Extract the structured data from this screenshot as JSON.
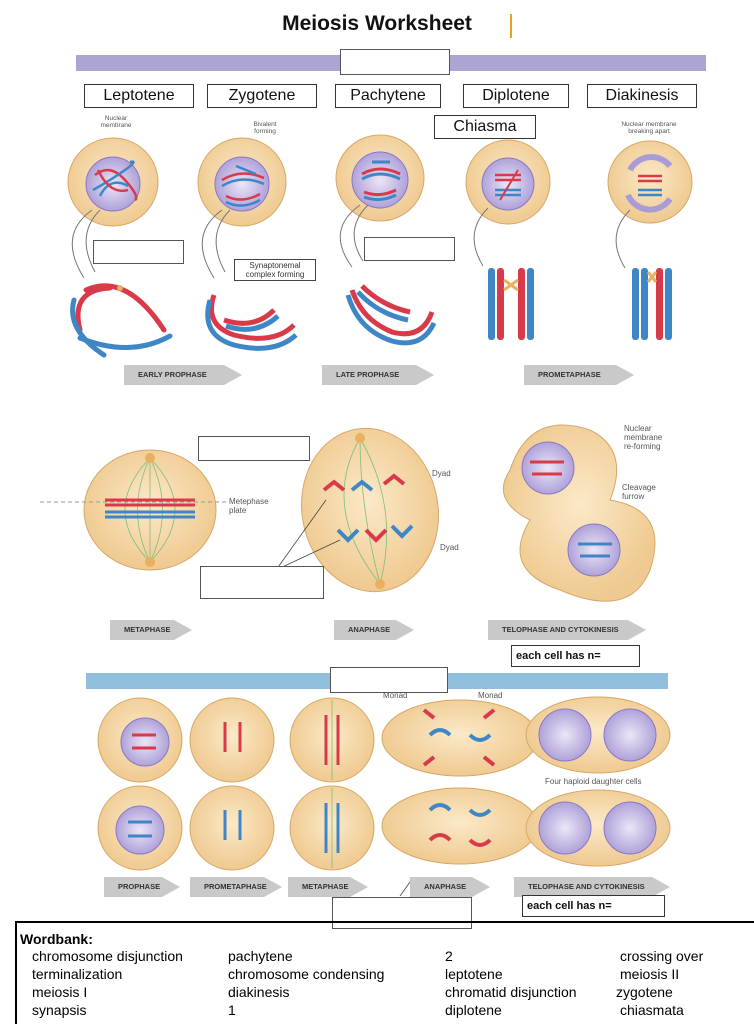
{
  "title": "Meiosis Worksheet",
  "colors": {
    "meiosis1_band": "#a9a6d4",
    "meiosis2_band": "#8fbfdc",
    "cell_fill": "#f6d9a8",
    "nucleus_fill": "#cbbbe6",
    "chromosome_red": "#d93a4a",
    "chromosome_blue": "#3f86c7"
  },
  "stage_labels": [
    "Leptotene",
    "Zygotene",
    "Pachytene",
    "Diplotene",
    "Diakinesis"
  ],
  "chiasma_label": "Chiasma",
  "annotations": {
    "nuclear_membrane": "Nuclear membrane",
    "bivalent_forming": "Bivalent forming",
    "nuclear_membrane_breaking": "Nuclear membrane breaking apart",
    "synaptonemal": "Synaptonemal complex forming",
    "metaphase_plate": "Metephase plate",
    "dyad_top": "Dyad",
    "dyad_bottom": "Dyad",
    "nuclear_reforming": "Nuclear membrane re-forming",
    "cleavage_furrow": "Cleavage furrow",
    "monad_left": "Monad",
    "monad_right": "Monad",
    "haploid_cells": "Four haploid daughter cells"
  },
  "phase_arrows_row1": [
    "EARLY PROPHASE",
    "LATE PROPHASE",
    "PROMETAPHASE"
  ],
  "phase_arrows_row2": [
    "METAPHASE",
    "ANAPHASE",
    "TELOPHASE AND CYTOKINESIS"
  ],
  "phase_arrows_row3": [
    "PROPHASE",
    "PROMETAPHASE",
    "METAPHASE",
    "ANAPHASE",
    "TELOPHASE AND CYTOKINESIS"
  ],
  "answer_boxes": [
    "each cell has n=",
    "each cell has n="
  ],
  "wordbank": {
    "title": "Wordbank:",
    "col1": [
      "chromosome disjunction",
      "terminalization",
      "meiosis I",
      "synapsis"
    ],
    "col2": [
      "pachytene",
      "chromosome condensing",
      "diakinesis",
      "1"
    ],
    "col3": [
      "2",
      "leptotene",
      "chromatid disjunction",
      "diplotene"
    ],
    "col4": [
      "crossing over",
      "meiosis II",
      "zygotene",
      "chiasmata"
    ]
  }
}
